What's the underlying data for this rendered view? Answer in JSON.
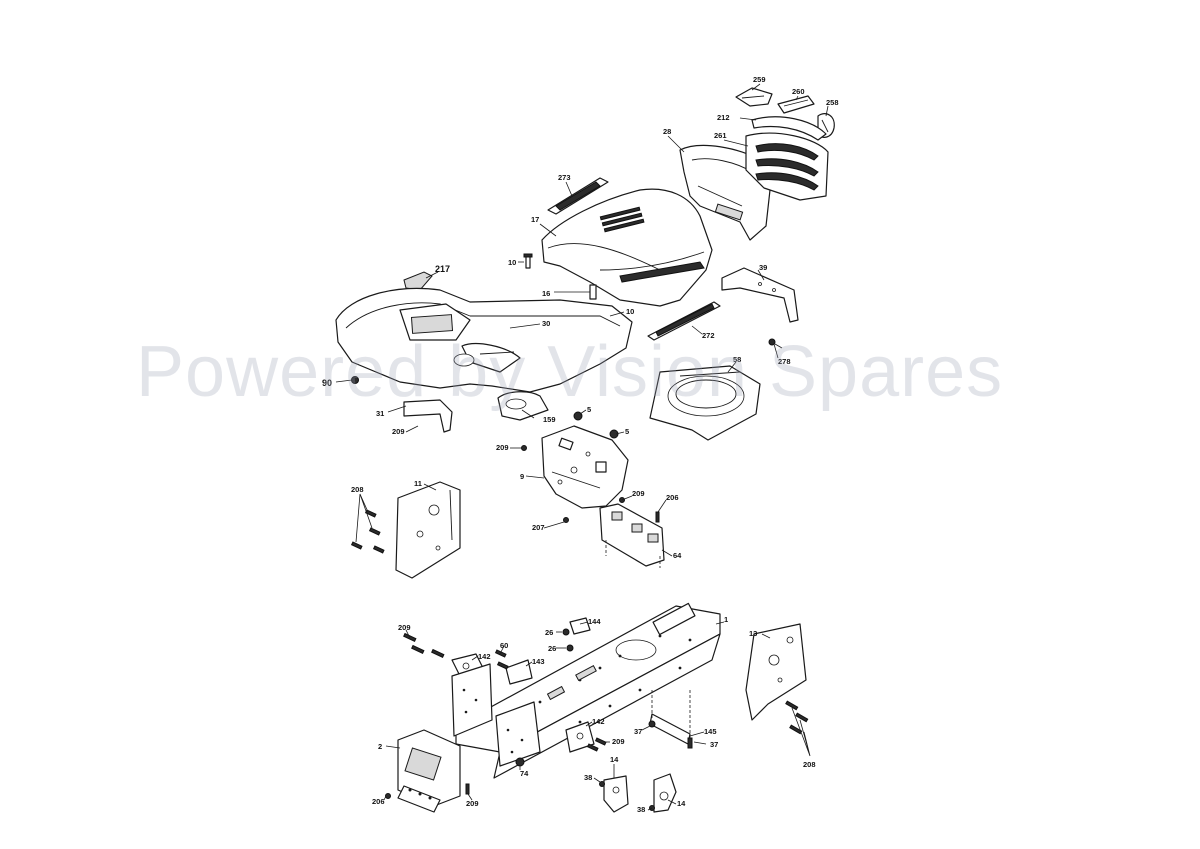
{
  "diagram": {
    "callouts": [
      {
        "id": "c259",
        "text": "259"
      },
      {
        "id": "c260",
        "text": "260"
      },
      {
        "id": "c258",
        "text": "258"
      },
      {
        "id": "c212",
        "text": "212"
      },
      {
        "id": "c28",
        "text": "28"
      },
      {
        "id": "c261",
        "text": "261"
      },
      {
        "id": "c273",
        "text": "273"
      },
      {
        "id": "c17",
        "text": "17"
      },
      {
        "id": "c10a",
        "text": "10"
      },
      {
        "id": "c217",
        "text": "217"
      },
      {
        "id": "c16",
        "text": "16"
      },
      {
        "id": "c10b",
        "text": "10"
      },
      {
        "id": "c39",
        "text": "39"
      },
      {
        "id": "c30",
        "text": "30"
      },
      {
        "id": "c272",
        "text": "272"
      },
      {
        "id": "c278",
        "text": "278"
      },
      {
        "id": "c58",
        "text": "58"
      },
      {
        "id": "c90",
        "text": "90"
      },
      {
        "id": "c31",
        "text": "31"
      },
      {
        "id": "c159",
        "text": "159"
      },
      {
        "id": "c5a",
        "text": "5"
      },
      {
        "id": "c5b",
        "text": "5"
      },
      {
        "id": "c209a",
        "text": "209"
      },
      {
        "id": "c209b",
        "text": "209"
      },
      {
        "id": "c9",
        "text": "9"
      },
      {
        "id": "c11",
        "text": "11"
      },
      {
        "id": "c208a",
        "text": "208"
      },
      {
        "id": "c209c",
        "text": "209"
      },
      {
        "id": "c206a",
        "text": "206"
      },
      {
        "id": "c207",
        "text": "207"
      },
      {
        "id": "c64",
        "text": "64"
      },
      {
        "id": "c209d",
        "text": "209"
      },
      {
        "id": "c144",
        "text": "144"
      },
      {
        "id": "c1",
        "text": "1"
      },
      {
        "id": "c13",
        "text": "13"
      },
      {
        "id": "c26a",
        "text": "26"
      },
      {
        "id": "c26b",
        "text": "26"
      },
      {
        "id": "c60",
        "text": "60"
      },
      {
        "id": "c142a",
        "text": "142"
      },
      {
        "id": "c143",
        "text": "143"
      },
      {
        "id": "c142b",
        "text": "142"
      },
      {
        "id": "c209e",
        "text": "209"
      },
      {
        "id": "c37a",
        "text": "37"
      },
      {
        "id": "c145",
        "text": "145"
      },
      {
        "id": "c37b",
        "text": "37"
      },
      {
        "id": "c2",
        "text": "2"
      },
      {
        "id": "c74",
        "text": "74"
      },
      {
        "id": "c14a",
        "text": "14"
      },
      {
        "id": "c38a",
        "text": "38"
      },
      {
        "id": "c208b",
        "text": "208"
      },
      {
        "id": "c206b",
        "text": "206"
      },
      {
        "id": "c209f",
        "text": "209"
      },
      {
        "id": "c38b",
        "text": "38"
      },
      {
        "id": "c14b",
        "text": "14"
      }
    ]
  },
  "watermark": "Powered by Vision Spares"
}
